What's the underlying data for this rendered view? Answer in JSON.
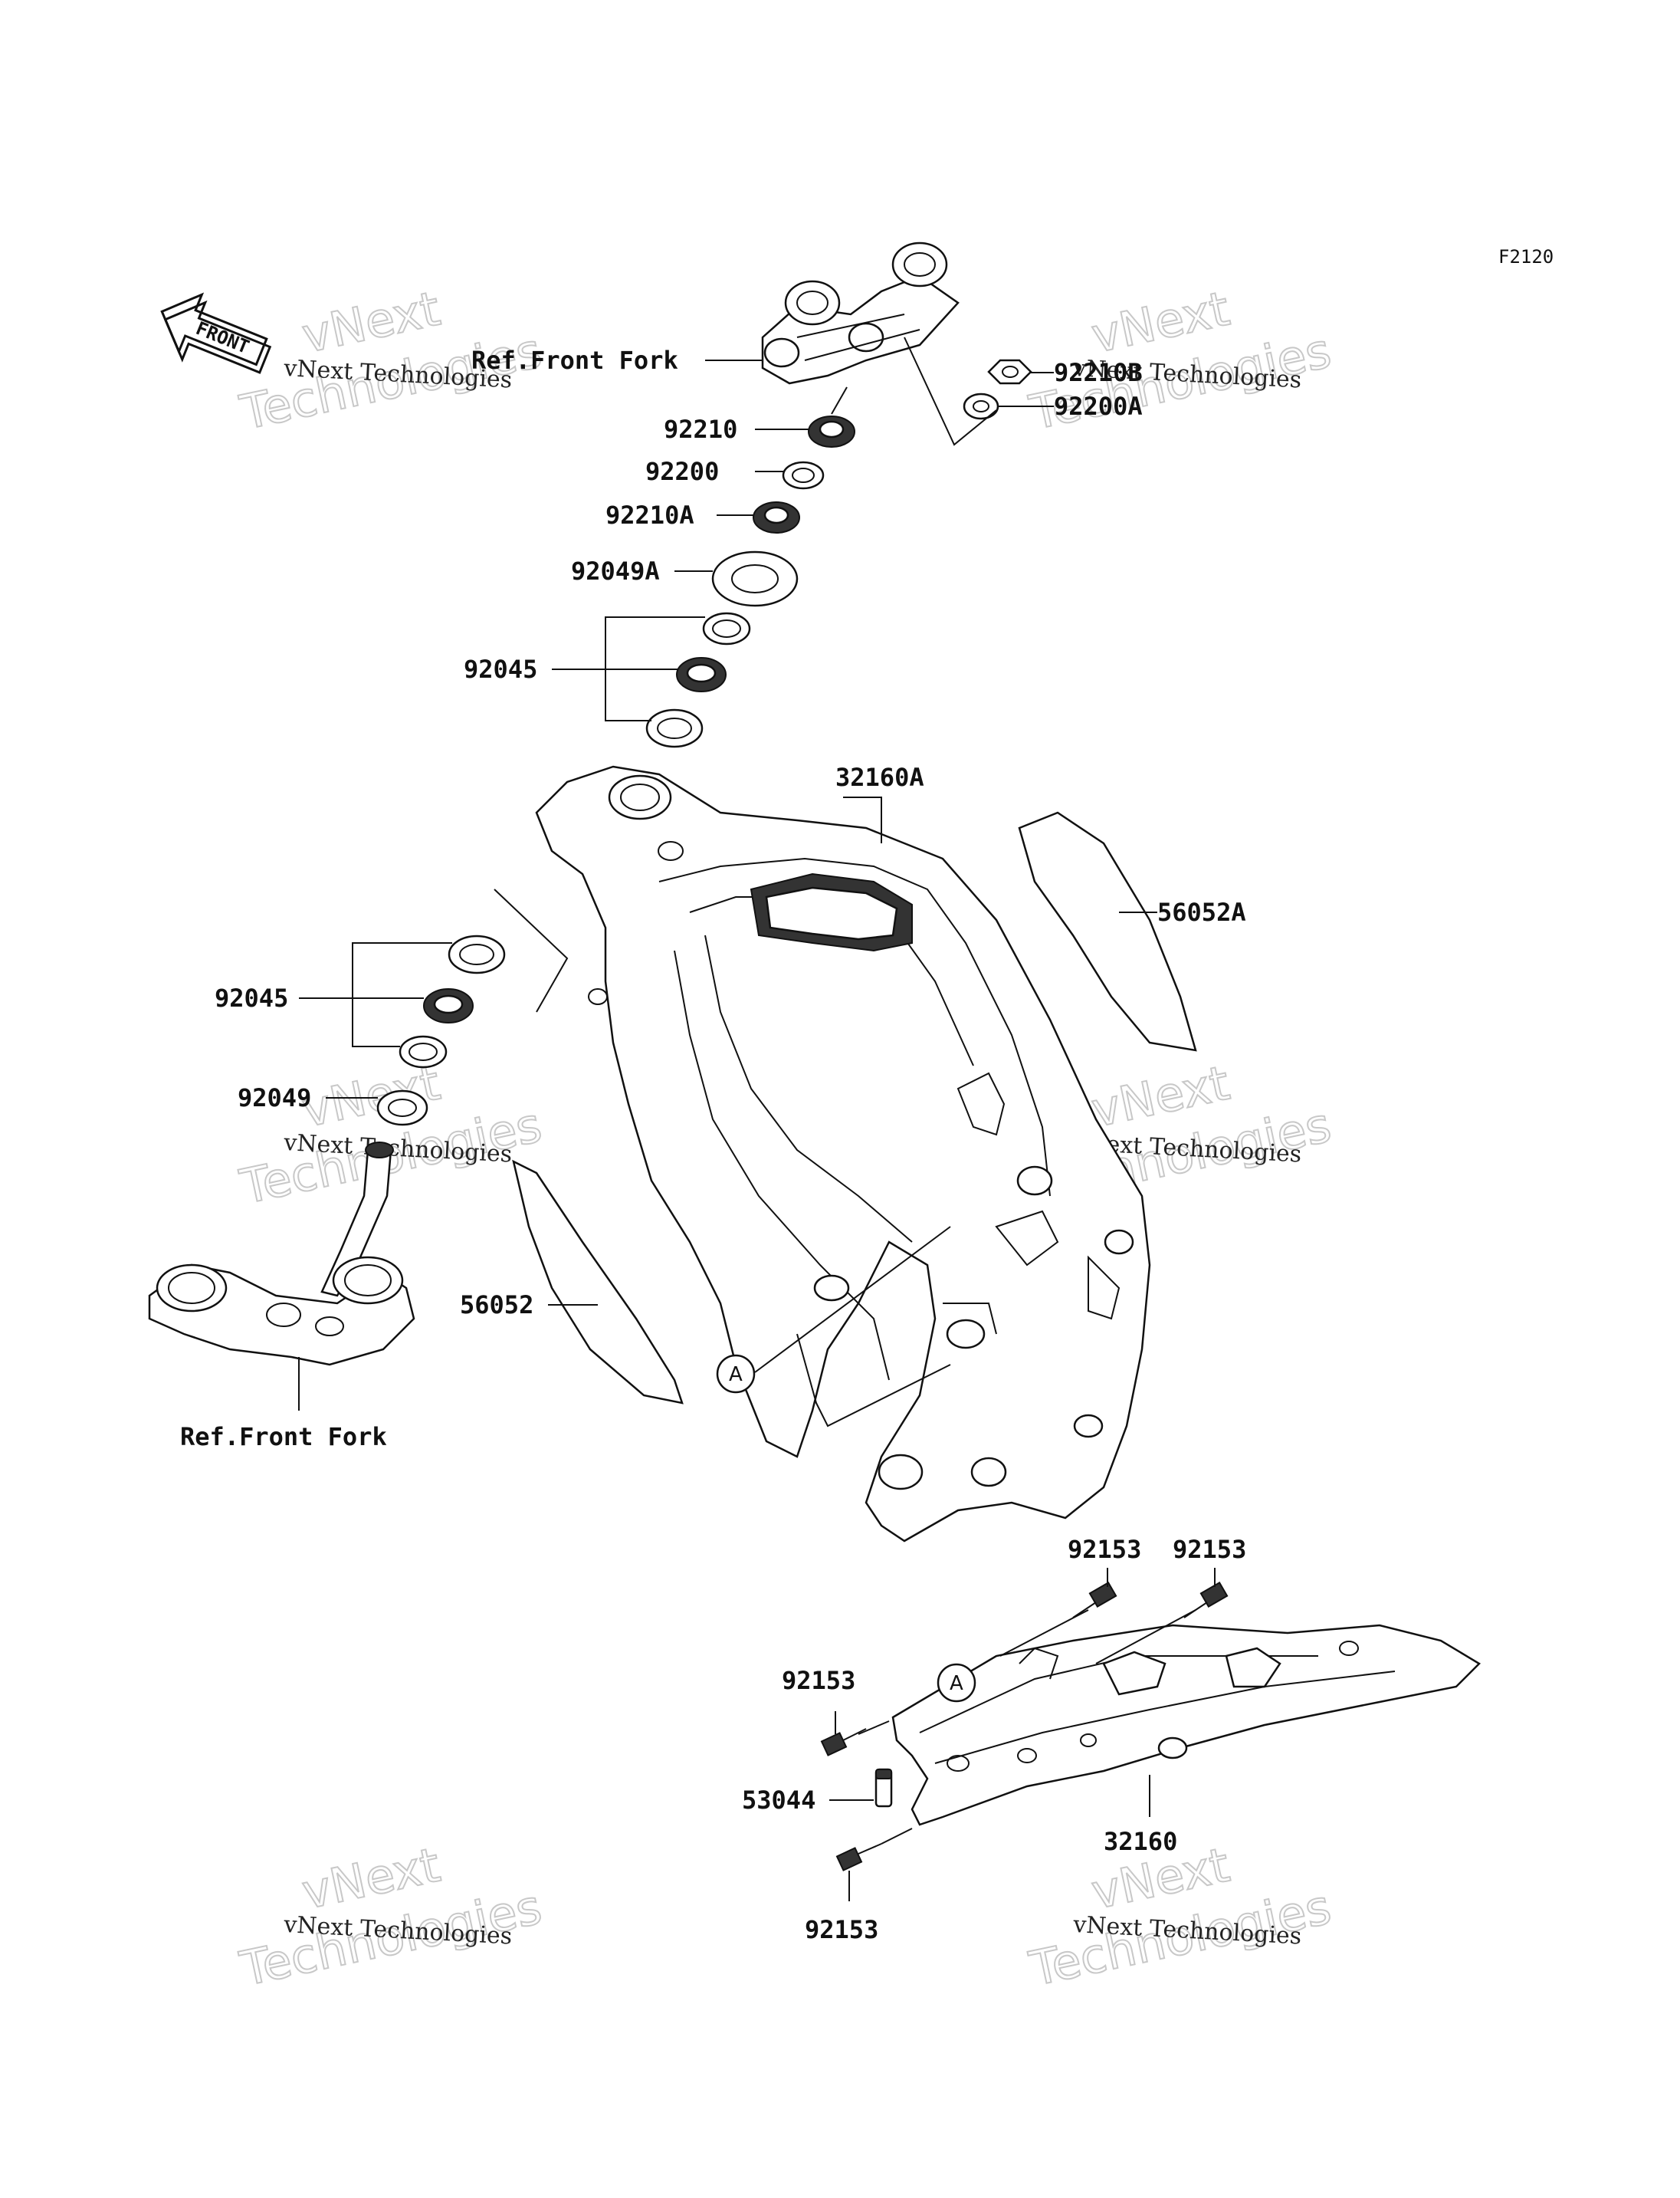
{
  "diagram_code": "F2120",
  "front_arrow": {
    "label": "FRONT",
    "icon": "front-arrow-icon"
  },
  "watermark": {
    "line1": "vNext",
    "line2": "Technologies",
    "small": "vNext Technologies"
  },
  "ref_labels": {
    "top": "Ref.Front Fork",
    "bottom": "Ref.Front Fork"
  },
  "callout": "A",
  "parts": {
    "p92210b": "92210B",
    "p92200a": "92200A",
    "p92210": "92210",
    "p92200": "92200",
    "p92210a": "92210A",
    "p92049a": "92049A",
    "p92045_upper": "92045",
    "p32160a": "32160A",
    "p56052a": "56052A",
    "p92045_lower": "92045",
    "p92049": "92049",
    "p56052": "56052",
    "p92153_top1": "92153",
    "p92153_top2": "92153",
    "p92153_left": "92153",
    "p53044": "53044",
    "p32160": "32160",
    "p92153_bottom": "92153"
  }
}
